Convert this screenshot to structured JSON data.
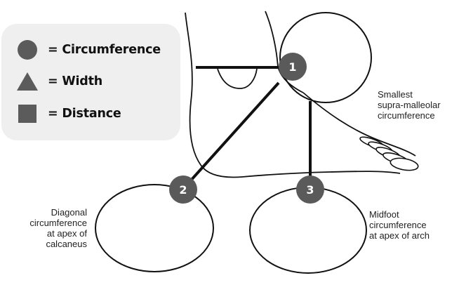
{
  "legend": {
    "items": [
      {
        "shape": "circle",
        "label": "= Circumference"
      },
      {
        "shape": "triangle",
        "label": "= Width"
      },
      {
        "shape": "square",
        "label": "= Distance"
      }
    ]
  },
  "markers": [
    {
      "number": "1",
      "callout": [
        "Smallest",
        "supra-malleolar",
        "circumference"
      ]
    },
    {
      "number": "2",
      "callout": [
        "Diagonal",
        "circumference",
        "at apex of",
        "calcaneus"
      ]
    },
    {
      "number": "3",
      "callout": [
        "Midfoot",
        "circumference",
        "at apex of arch"
      ]
    }
  ],
  "colors": {
    "marker_fill": "#5a5a5a",
    "legend_shape": "#5b5b5b",
    "legend_bg": "#efefef",
    "outline": "#111111"
  }
}
